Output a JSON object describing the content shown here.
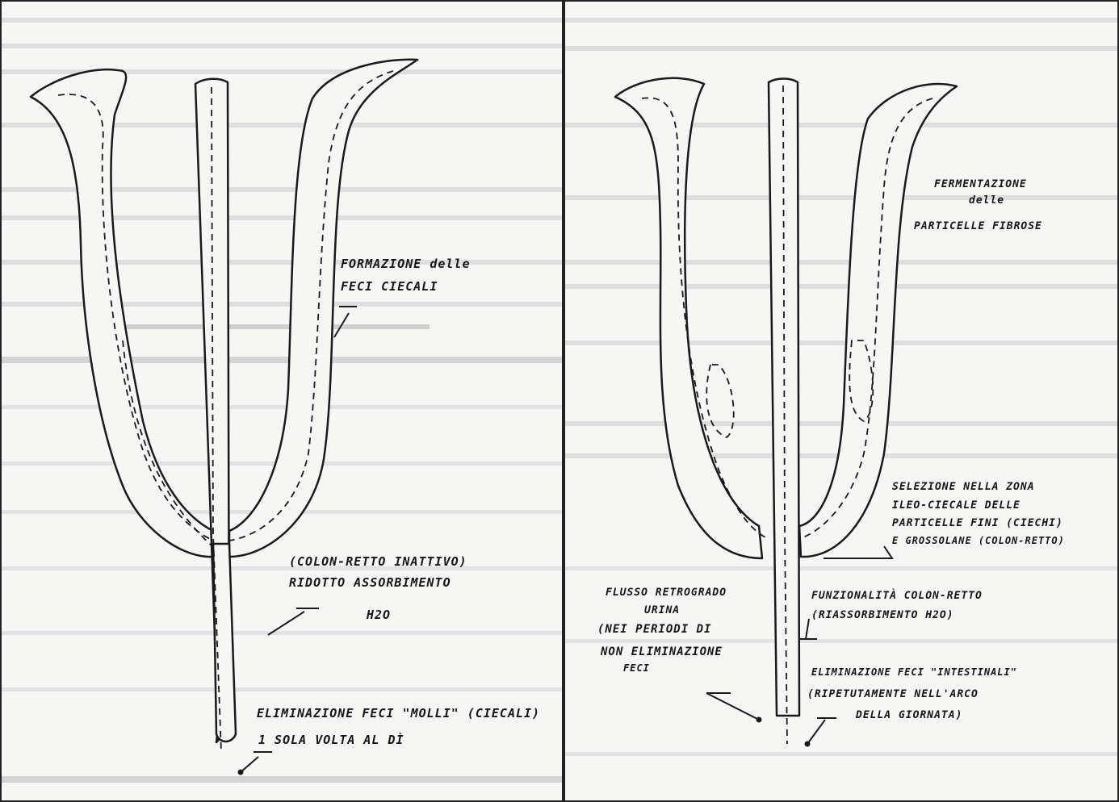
{
  "left_panel": {
    "annotations": {
      "formation_line1": "FORMAZIONE delle",
      "formation_line2": "FECI CIECALI",
      "colon_line1": "(COLON-RETTO INATTIVO)",
      "colon_line2": "RIDOTTO ASSORBIMENTO",
      "colon_line3": "H2O",
      "elim_line1": "ELIMINAZIONE FECI \"MOLLI\" (CIECALI)",
      "elim_line2": "1 SOLA VOLTA AL DÌ"
    }
  },
  "right_panel": {
    "annotations": {
      "ferment_line1": "FERMENTAZIONE",
      "ferment_line2": "delle",
      "ferment_line3": "PARTICELLE FIBROSE",
      "sel_line1": "SELEZIONE NELLA ZONA",
      "sel_line2": "ILEO-CIECALE DELLE",
      "sel_line3": "PARTICELLE FINI (CIECHI)",
      "sel_line4": "E GROSSOLANE (COLON-RETTO)",
      "flux_line1": "FLUSSO RETROGRADO",
      "flux_line2": "URINA",
      "flux_line3": "(NEI PERIODI DI",
      "flux_line4": "NON ELIMINAZIONE",
      "flux_line5": "FECI",
      "func_line1": "FUNZIONALITÀ COLON-RETTO",
      "func_line2": "(RIASSORBIMENTO H2O)",
      "elim_line1": "ELIMINAZIONE FECI \"INTESTINALI\"",
      "elim_line2": "(RIPETUTAMENTE NELL'ARCO",
      "elim_line3": "DELLA GIORNATA)"
    }
  },
  "colors": {
    "ink": "#1a1a1a",
    "paper": "#f6f6f4",
    "faded_text": "#b5b5b5"
  }
}
